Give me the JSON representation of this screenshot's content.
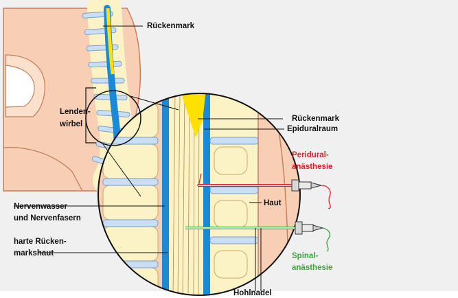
{
  "labels": {
    "rueckenmark_top": "Rückenmark",
    "lenden_1": "Lenden-",
    "lenden_2": "wirbel",
    "rueckenmark_right": "Rückenmark",
    "epiduralraum": "Epiduralraum",
    "peridural_1": "Peridural-",
    "peridural_2": "anästhesie",
    "haut": "Haut",
    "nervenwasser_1": "Nervenwasser",
    "nervenwasser_2": "und Nervenfasern",
    "harte_1": "harte Rücken-",
    "harte_2": "markshaut",
    "spinal_1": "Spinal-",
    "spinal_2": "anästhesie",
    "hohlnadel": "Hohlnadel"
  },
  "colors": {
    "background": "#f0f0f0",
    "skin": "#f7cfb4",
    "skin_outline": "#c77f5f",
    "vertebra": "#fbf3c5",
    "disc": "#c9def4",
    "csf": "#1a8ad6",
    "spinal_cord": "#ffe000",
    "needle_peridural": "#e0202a",
    "needle_spinal": "#3aa53a",
    "outline": "#111111"
  }
}
